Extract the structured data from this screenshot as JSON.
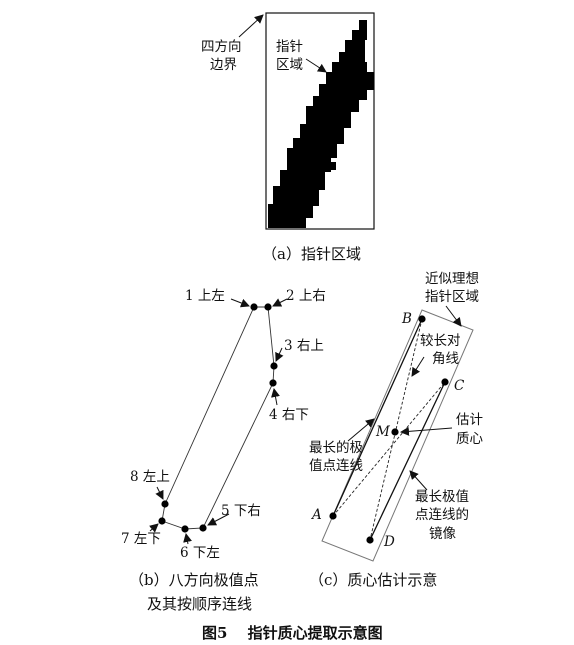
{
  "figure": {
    "caption": "图5　 指针质心提取示意图"
  },
  "panel_a": {
    "caption": "（a）指针区域",
    "boundary_label_1": "四方向",
    "boundary_label_2": "边界",
    "pointer_label_1": "指针",
    "pointer_label_2": "区域"
  },
  "panel_b": {
    "caption_1": "（b）八方向极值点",
    "caption_2": "及其按顺序连线",
    "points": {
      "p1": "1 上左",
      "p2": "2 上右",
      "p3": "3 右上",
      "p4": "4 右下",
      "p5": "5 下右",
      "p6": "6 下左",
      "p7": "7 左下",
      "p8": "8 左上"
    }
  },
  "panel_c": {
    "caption": "（c）质心估计示意",
    "ideal_region_1": "近似理想",
    "ideal_region_2": "指针区域",
    "diagonal_1": "较长对",
    "diagonal_2": "角线",
    "centroid_1": "估计",
    "centroid_2": "质心",
    "longest_1": "最长的极",
    "longest_2": "值点连线",
    "mirror_1": "最长极值",
    "mirror_2": "点连线的",
    "mirror_3": "镜像",
    "pt_A": "A",
    "pt_B": "B",
    "pt_C": "C",
    "pt_D": "D",
    "pt_M": "M"
  }
}
